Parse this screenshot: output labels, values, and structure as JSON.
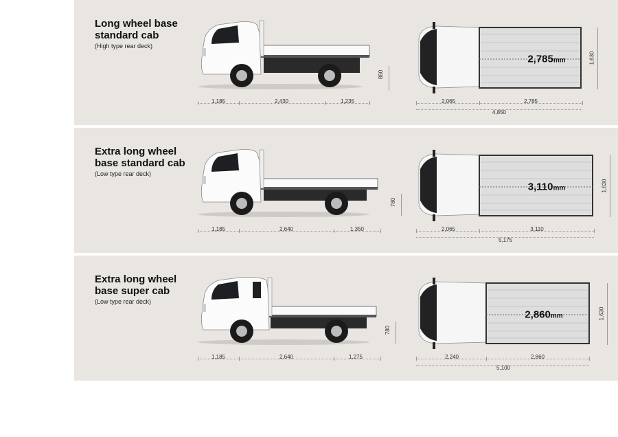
{
  "configs": [
    {
      "title_line1": "Long wheel base",
      "title_line2": "standard cab",
      "subtitle": "(High type rear deck)",
      "side_dims": [
        "1,185",
        "2,430",
        "1,235"
      ],
      "height": "860",
      "top_dims": [
        "2,065",
        "2,785"
      ],
      "total_length": "4,850",
      "deck_length": "2,785",
      "deck_unit": "mm",
      "width": "1,630"
    },
    {
      "title_line1": "Extra long wheel",
      "title_line2": "base standard cab",
      "subtitle": "(Low type rear deck)",
      "side_dims": [
        "1,185",
        "2,640",
        "1,350"
      ],
      "height": "780",
      "top_dims": [
        "2,065",
        "3,110"
      ],
      "total_length": "5,175",
      "deck_length": "3,110",
      "deck_unit": "mm",
      "width": "1,630"
    },
    {
      "title_line1": "Extra long wheel",
      "title_line2": "base super cab",
      "subtitle": "(Low type rear deck)",
      "side_dims": [
        "1,185",
        "2,640",
        "1,275"
      ],
      "height": "780",
      "top_dims": [
        "2,240",
        "2,860"
      ],
      "total_length": "5,100",
      "deck_length": "2,860",
      "deck_unit": "mm",
      "width": "1,630"
    }
  ]
}
